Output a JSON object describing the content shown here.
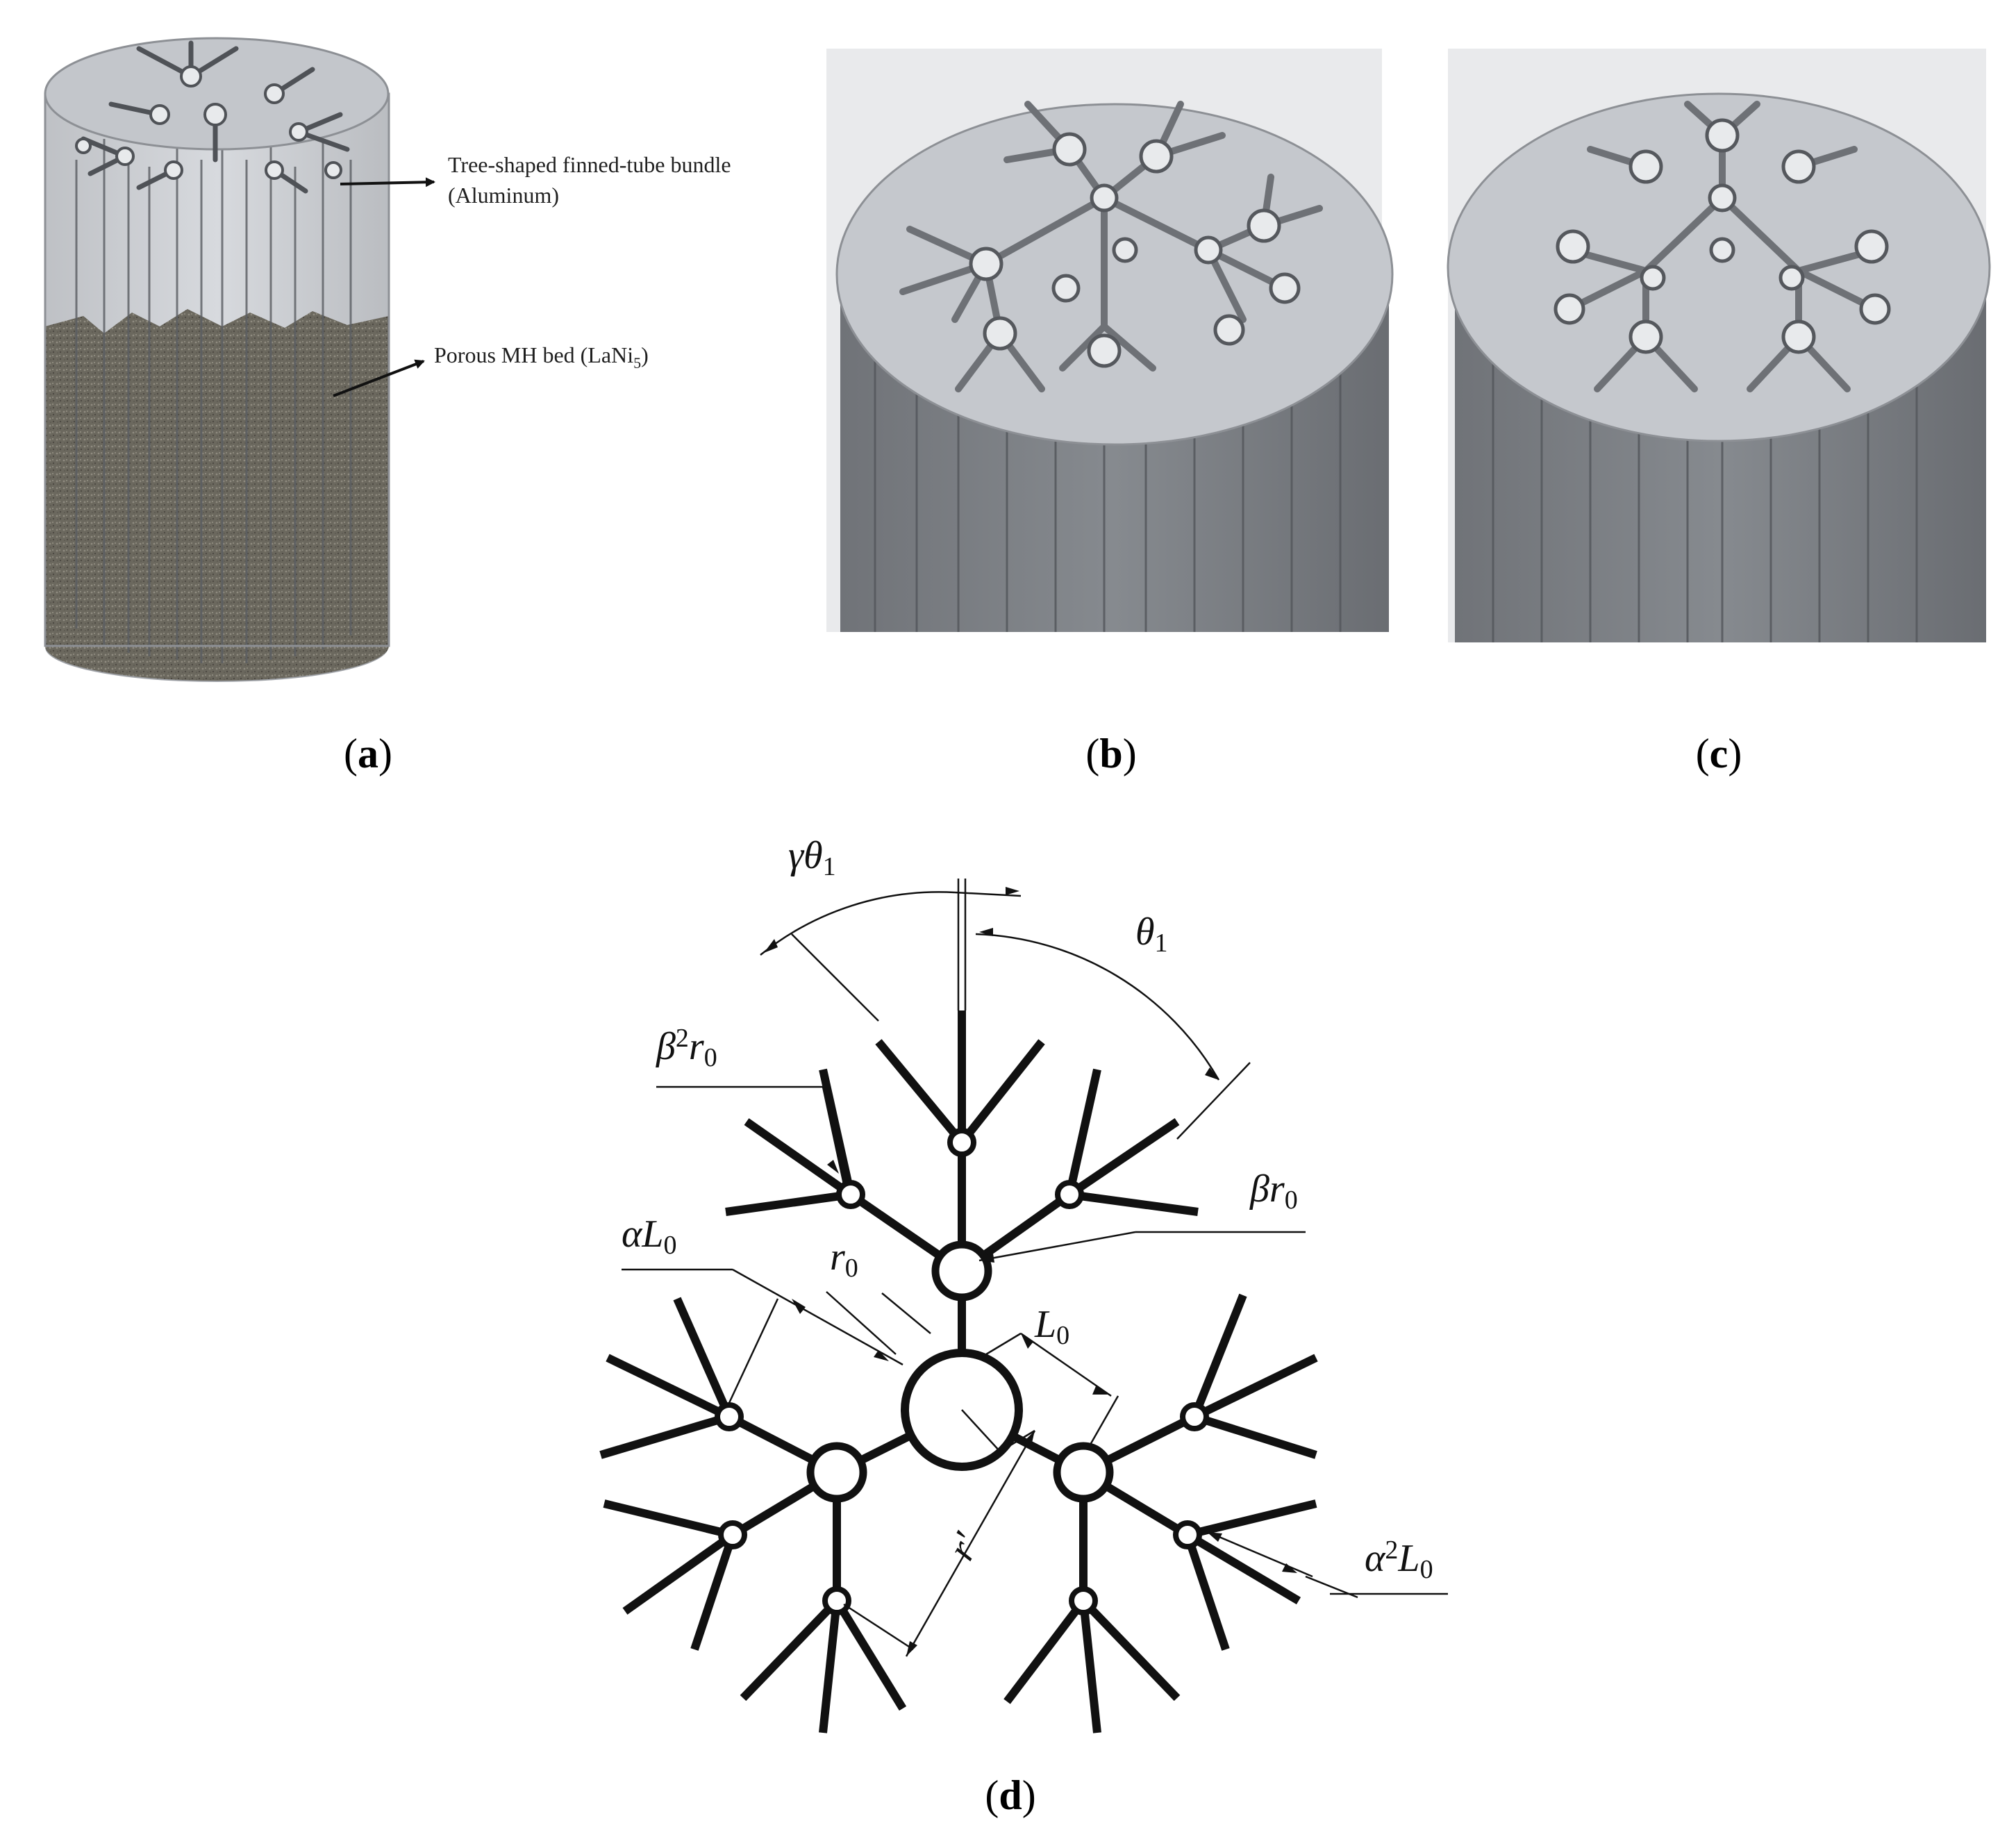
{
  "panels": {
    "a": {
      "label_open": "(",
      "label_letter": "a",
      "label_close": ")",
      "annotation_fin_line1": "Tree-shaped finned-tube bundle",
      "annotation_fin_line2": "(Aluminum)",
      "annotation_bed_main": "Porous MH bed (LaNi",
      "annotation_bed_sub": "5",
      "annotation_bed_close": ")"
    },
    "b": {
      "label_open": "(",
      "label_letter": "b",
      "label_close": ")"
    },
    "c": {
      "label_open": "(",
      "label_letter": "c",
      "label_close": ")"
    },
    "d": {
      "label_open": "(",
      "label_letter": "d",
      "label_close": ")",
      "symbols": {
        "gamma_theta1": {
          "main": "γθ",
          "sub": "1"
        },
        "theta1": {
          "main": "θ",
          "sub": "1"
        },
        "beta2_r0": {
          "a": "β",
          "sup": "2",
          "b": "r",
          "sub": "0"
        },
        "beta_r0": {
          "main": "βr",
          "sub": "0"
        },
        "alpha_L0": {
          "main": "αL",
          "sub": "0"
        },
        "r0": {
          "main": "r",
          "sub": "0"
        },
        "L0": {
          "main": "L",
          "sub": "0"
        },
        "r_prime": "r'",
        "alpha2_L0": {
          "a": "α",
          "sup": "2",
          "b": "L",
          "sub": "0"
        }
      }
    }
  },
  "colors": {
    "tube_dark": "#5a5d62",
    "tube_mid": "#8a8d92",
    "tube_light": "#b9bcc0",
    "bed": "#6d6a60",
    "glass": "#c9ccd2",
    "ink": "#111111"
  }
}
